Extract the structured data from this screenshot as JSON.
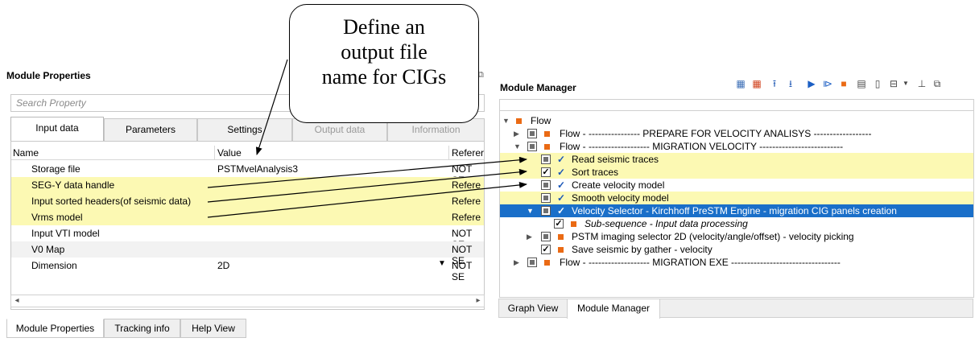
{
  "module_properties": {
    "title": "Module Properties",
    "search_placeholder": "Search Property",
    "tabs": [
      "Input data",
      "Parameters",
      "Settings",
      "Output data",
      "Information"
    ],
    "columns": [
      "Name",
      "Value",
      "Referer"
    ],
    "rows": [
      {
        "name": "Storage file",
        "value": "PSTMvelAnalysis3",
        "ref": "NOT SE"
      },
      {
        "name": "SEG-Y data handle",
        "value": "",
        "ref": "Refere"
      },
      {
        "name": "Input sorted headers(of seismic data)",
        "value": "",
        "ref": "Refere"
      },
      {
        "name": "Vrms model",
        "value": "",
        "ref": "Refere"
      },
      {
        "name": "Input VTI model",
        "value": "",
        "ref": "NOT SE"
      },
      {
        "name": "V0 Map",
        "value": "",
        "ref": "NOT SE"
      },
      {
        "name": "Dimension",
        "value": "2D",
        "ref": "NOT SE"
      }
    ],
    "bottom_tabs": [
      "Module Properties",
      "Tracking info",
      "Help View"
    ]
  },
  "callout": {
    "lines": [
      "Define an",
      "output file",
      "name for CIGs"
    ]
  },
  "module_manager": {
    "title": "Module Manager",
    "tree": [
      {
        "label": "Flow"
      },
      {
        "label": "Flow - ---------------- PREPARE FOR VELOCITY ANALISYS ------------------"
      },
      {
        "label": "Flow - ------------------- MIGRATION   VELOCITY --------------------------"
      },
      {
        "label": "Read seismic traces"
      },
      {
        "label": "Sort traces"
      },
      {
        "label": "Create velocity model"
      },
      {
        "label": "Smooth velocity model"
      },
      {
        "label": "Velocity Selector - Kirchhoff PreSTM Engine - migration CIG panels creation"
      },
      {
        "label": "Sub-sequence - Input data processing"
      },
      {
        "label": "PSTM imaging selector 2D (velocity/angle/offset) - velocity picking"
      },
      {
        "label": "Save seismic by gather - velocity"
      },
      {
        "label": "Flow - ------------------- MIGRATION   EXE ----------------------------------"
      }
    ],
    "bottom_tabs": [
      "Graph View",
      "Module Manager"
    ]
  },
  "colors": {
    "highlight": "#fcf9b3",
    "selection": "#1a6fc9",
    "node_square": "#ea6a14",
    "check": "#1a56b7"
  }
}
